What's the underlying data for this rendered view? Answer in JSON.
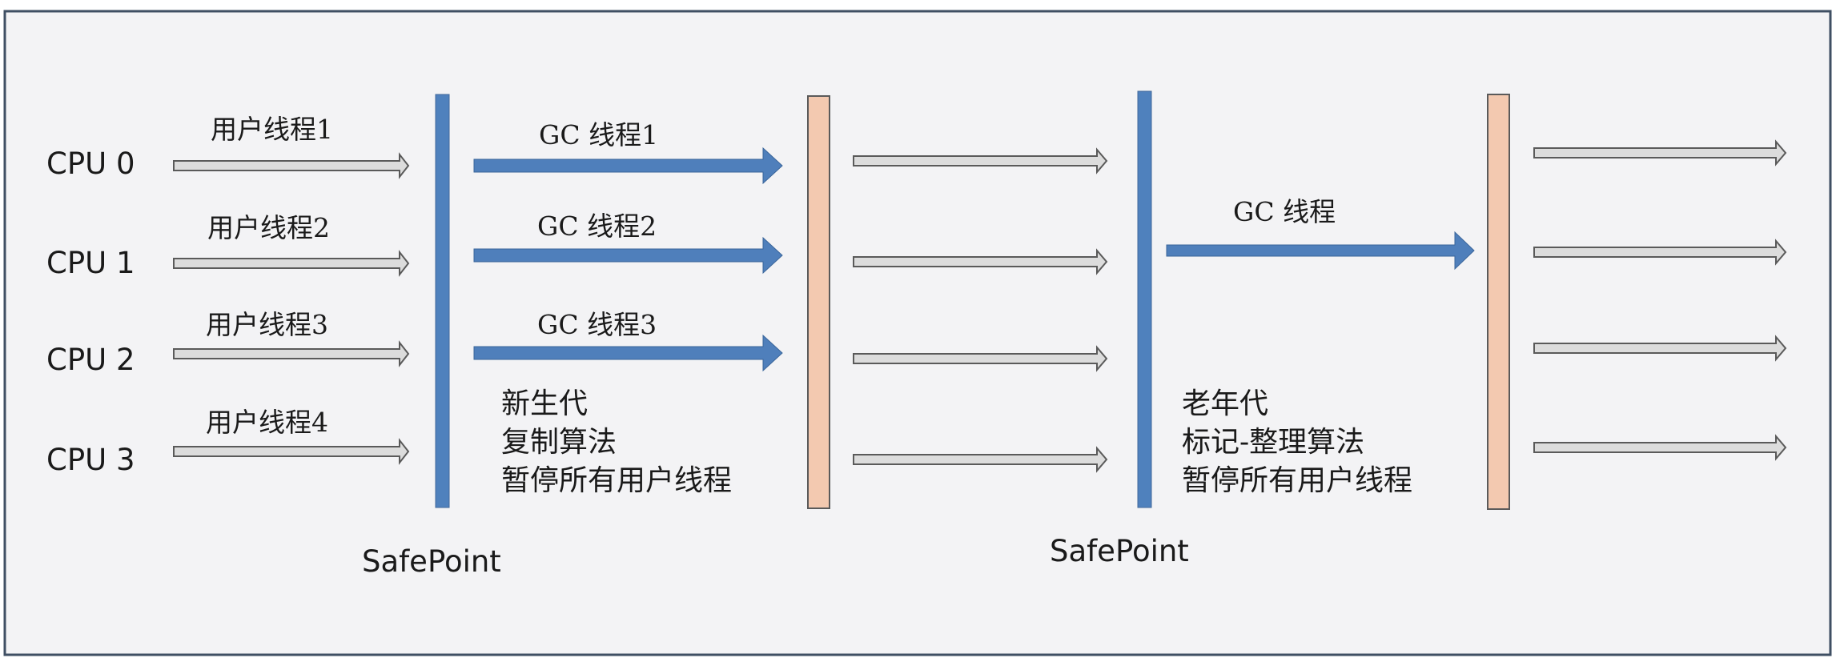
{
  "cpus": [
    "CPU 0",
    "CPU 1",
    "CPU 2",
    "CPU 3"
  ],
  "user_threads": [
    "用户线程1",
    "用户线程2",
    "用户线程3",
    "用户线程4"
  ],
  "gc_threads": [
    "GC 线程1",
    "GC 线程2",
    "GC 线程3"
  ],
  "young_gen_note": [
    "新生代",
    "复制算法",
    "暂停所有用户线程"
  ],
  "old_gen_gc_thread": "GC 线程",
  "old_gen_note": [
    "老年代",
    "标记-整理算法",
    "暂停所有用户线程"
  ],
  "safepoint_labels": [
    "SafePoint",
    "SafePoint"
  ],
  "colors": {
    "frame_border": "#3f4f63",
    "background": "#f3f3f5",
    "gc_arrow": "#4f7fbb",
    "safepoint_bar": "#4f81bd",
    "resume_bar": "#f3c9b0",
    "hollow_arrow_stroke": "#5a5a5a"
  }
}
